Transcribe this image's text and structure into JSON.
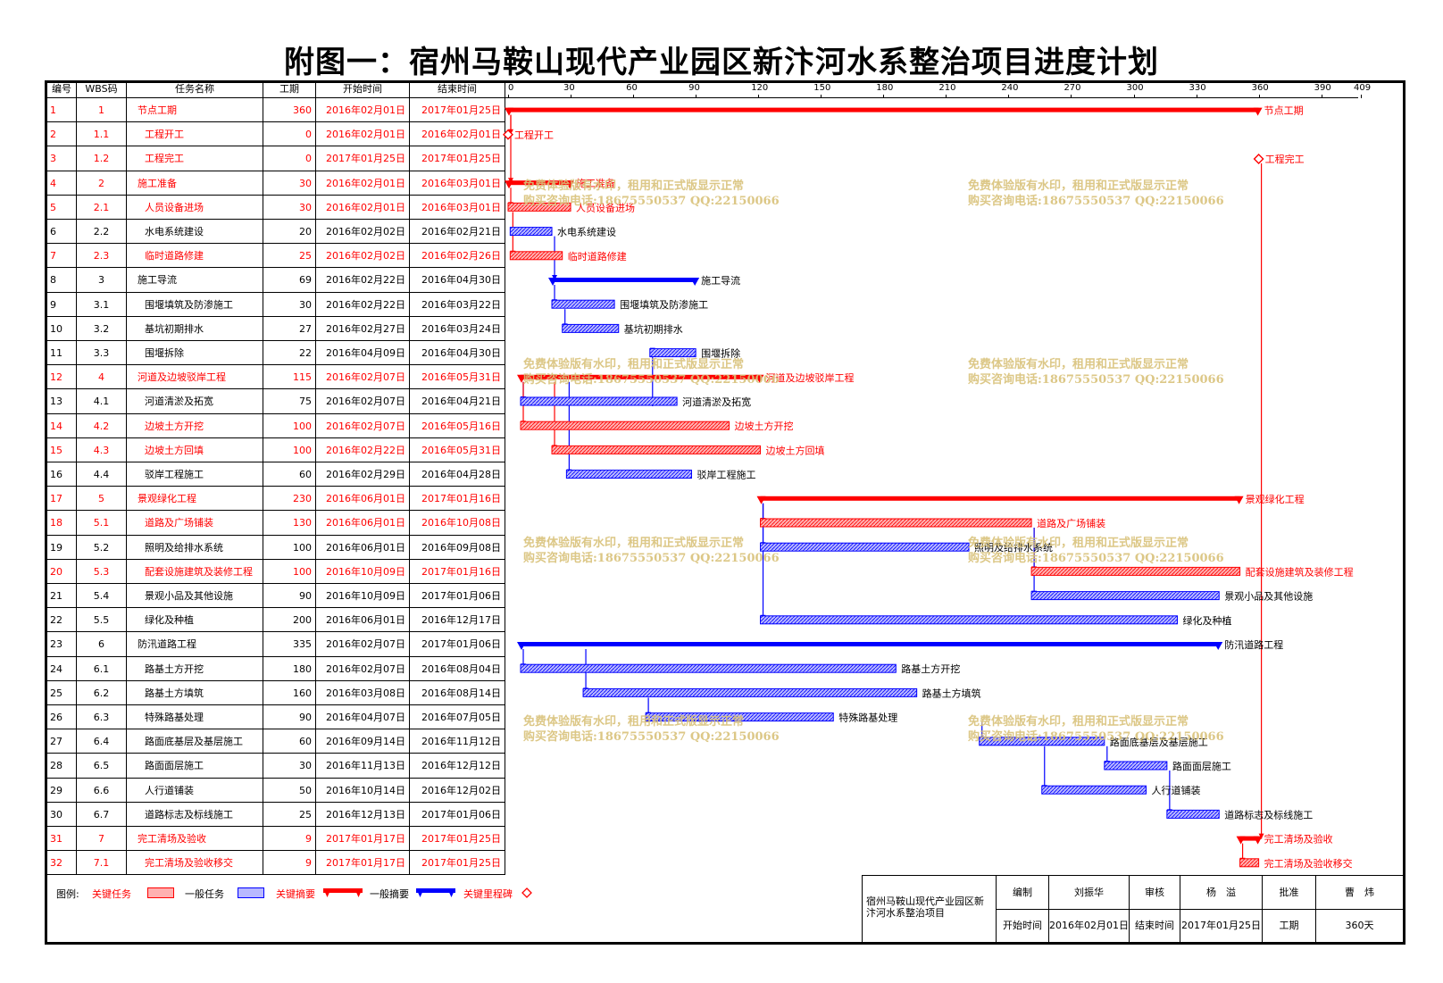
{
  "title": "附图一：宿州马鞍山现代产业园区新汴河水系整治项目进度计划",
  "columns": [
    "编号",
    "WBS码",
    "任务名称",
    "工期",
    "开始时间",
    "结束时间"
  ],
  "timeline_ticks": [
    "0",
    "30",
    "60",
    "90",
    "120",
    "150",
    "180",
    "210",
    "240",
    "270",
    "300",
    "330",
    "360",
    "390",
    "409"
  ],
  "colors": {
    "critical": "#ff0000",
    "normal": "#0000ff",
    "critical_fill": "#ff9999",
    "normal_fill": "#9999ff",
    "watermark": "#d9c27a"
  },
  "watermark": {
    "line1": "免费体验版有水印，租用和正式版显示正常",
    "line2": "购买咨询电话:18675550537 QQ:22150066"
  },
  "chart_data": {
    "type": "gantt",
    "xlim": [
      0,
      409
    ],
    "tasks": [
      {
        "id": "1",
        "wbs": "1",
        "name": "节点工期",
        "dur": "360",
        "start": "2016年02月01日",
        "end": "2017年01月25日",
        "s": 0,
        "e": 360,
        "kind": "summary",
        "crit": true
      },
      {
        "id": "2",
        "wbs": "1.1",
        "name": "工程开工",
        "dur": "0",
        "start": "2016年02月01日",
        "end": "2016年02月01日",
        "s": 0,
        "e": 0,
        "kind": "milestone",
        "crit": true
      },
      {
        "id": "3",
        "wbs": "1.2",
        "name": "工程完工",
        "dur": "0",
        "start": "2017年01月25日",
        "end": "2017年01月25日",
        "s": 360,
        "e": 360,
        "kind": "milestone",
        "crit": true
      },
      {
        "id": "4",
        "wbs": "2",
        "name": "施工准备",
        "dur": "30",
        "start": "2016年02月01日",
        "end": "2016年03月01日",
        "s": 0,
        "e": 30,
        "kind": "summary",
        "crit": true
      },
      {
        "id": "5",
        "wbs": "2.1",
        "name": "人员设备进场",
        "dur": "30",
        "start": "2016年02月01日",
        "end": "2016年03月01日",
        "s": 0,
        "e": 30,
        "kind": "task",
        "crit": true
      },
      {
        "id": "6",
        "wbs": "2.2",
        "name": "水电系统建设",
        "dur": "20",
        "start": "2016年02月02日",
        "end": "2016年02月21日",
        "s": 1,
        "e": 21,
        "kind": "task",
        "crit": false
      },
      {
        "id": "7",
        "wbs": "2.3",
        "name": "临时道路修建",
        "dur": "25",
        "start": "2016年02月02日",
        "end": "2016年02月26日",
        "s": 1,
        "e": 26,
        "kind": "task",
        "crit": true
      },
      {
        "id": "8",
        "wbs": "3",
        "name": "施工导流",
        "dur": "69",
        "start": "2016年02月22日",
        "end": "2016年04月30日",
        "s": 21,
        "e": 90,
        "kind": "summary",
        "crit": false
      },
      {
        "id": "9",
        "wbs": "3.1",
        "name": "围堰填筑及防渗施工",
        "dur": "30",
        "start": "2016年02月22日",
        "end": "2016年03月22日",
        "s": 21,
        "e": 51,
        "kind": "task",
        "crit": false
      },
      {
        "id": "10",
        "wbs": "3.2",
        "name": "基坑初期排水",
        "dur": "27",
        "start": "2016年02月27日",
        "end": "2016年03月24日",
        "s": 26,
        "e": 53,
        "kind": "task",
        "crit": false
      },
      {
        "id": "11",
        "wbs": "3.3",
        "name": "围堰拆除",
        "dur": "22",
        "start": "2016年04月09日",
        "end": "2016年04月30日",
        "s": 68,
        "e": 90,
        "kind": "task",
        "crit": false
      },
      {
        "id": "12",
        "wbs": "4",
        "name": "河道及边坡驳岸工程",
        "dur": "115",
        "start": "2016年02月07日",
        "end": "2016年05月31日",
        "s": 6,
        "e": 121,
        "kind": "summary",
        "crit": true
      },
      {
        "id": "13",
        "wbs": "4.1",
        "name": "河道清淤及拓宽",
        "dur": "75",
        "start": "2016年02月07日",
        "end": "2016年04月21日",
        "s": 6,
        "e": 81,
        "kind": "task",
        "crit": false
      },
      {
        "id": "14",
        "wbs": "4.2",
        "name": "边坡土方开挖",
        "dur": "100",
        "start": "2016年02月07日",
        "end": "2016年05月16日",
        "s": 6,
        "e": 106,
        "kind": "task",
        "crit": true
      },
      {
        "id": "15",
        "wbs": "4.3",
        "name": "边坡土方回填",
        "dur": "100",
        "start": "2016年02月22日",
        "end": "2016年05月31日",
        "s": 21,
        "e": 121,
        "kind": "task",
        "crit": true
      },
      {
        "id": "16",
        "wbs": "4.4",
        "name": "驳岸工程施工",
        "dur": "60",
        "start": "2016年02月29日",
        "end": "2016年04月28日",
        "s": 28,
        "e": 88,
        "kind": "task",
        "crit": false
      },
      {
        "id": "17",
        "wbs": "5",
        "name": "景观绿化工程",
        "dur": "230",
        "start": "2016年06月01日",
        "end": "2017年01月16日",
        "s": 121,
        "e": 351,
        "kind": "summary",
        "crit": true
      },
      {
        "id": "18",
        "wbs": "5.1",
        "name": "道路及广场铺装",
        "dur": "130",
        "start": "2016年06月01日",
        "end": "2016年10月08日",
        "s": 121,
        "e": 251,
        "kind": "task",
        "crit": true
      },
      {
        "id": "19",
        "wbs": "5.2",
        "name": "照明及给排水系统",
        "dur": "100",
        "start": "2016年06月01日",
        "end": "2016年09月08日",
        "s": 121,
        "e": 221,
        "kind": "task",
        "crit": false
      },
      {
        "id": "20",
        "wbs": "5.3",
        "name": "配套设施建筑及装修工程",
        "dur": "100",
        "start": "2016年10月09日",
        "end": "2017年01月16日",
        "s": 251,
        "e": 351,
        "kind": "task",
        "crit": true
      },
      {
        "id": "21",
        "wbs": "5.4",
        "name": "景观小品及其他设施",
        "dur": "90",
        "start": "2016年10月09日",
        "end": "2017年01月06日",
        "s": 251,
        "e": 341,
        "kind": "task",
        "crit": false
      },
      {
        "id": "22",
        "wbs": "5.5",
        "name": "绿化及种植",
        "dur": "200",
        "start": "2016年06月01日",
        "end": "2016年12月17日",
        "s": 121,
        "e": 321,
        "kind": "task",
        "crit": false
      },
      {
        "id": "23",
        "wbs": "6",
        "name": "防汛道路工程",
        "dur": "335",
        "start": "2016年02月07日",
        "end": "2017年01月06日",
        "s": 6,
        "e": 341,
        "kind": "summary",
        "crit": false
      },
      {
        "id": "24",
        "wbs": "6.1",
        "name": "路基土方开挖",
        "dur": "180",
        "start": "2016年02月07日",
        "end": "2016年08月04日",
        "s": 6,
        "e": 186,
        "kind": "task",
        "crit": false
      },
      {
        "id": "25",
        "wbs": "6.2",
        "name": "路基土方填筑",
        "dur": "160",
        "start": "2016年03月08日",
        "end": "2016年08月14日",
        "s": 36,
        "e": 196,
        "kind": "task",
        "crit": false
      },
      {
        "id": "26",
        "wbs": "6.3",
        "name": "特殊路基处理",
        "dur": "90",
        "start": "2016年04月07日",
        "end": "2016年07月05日",
        "s": 66,
        "e": 156,
        "kind": "task",
        "crit": false
      },
      {
        "id": "27",
        "wbs": "6.4",
        "name": "路面底基层及基层施工",
        "dur": "60",
        "start": "2016年09月14日",
        "end": "2016年11月12日",
        "s": 226,
        "e": 286,
        "kind": "task",
        "crit": false
      },
      {
        "id": "28",
        "wbs": "6.5",
        "name": "路面面层施工",
        "dur": "30",
        "start": "2016年11月13日",
        "end": "2016年12月12日",
        "s": 286,
        "e": 316,
        "kind": "task",
        "crit": false
      },
      {
        "id": "29",
        "wbs": "6.6",
        "name": "人行道铺装",
        "dur": "50",
        "start": "2016年10月14日",
        "end": "2016年12月02日",
        "s": 256,
        "e": 306,
        "kind": "task",
        "crit": false
      },
      {
        "id": "30",
        "wbs": "6.7",
        "name": "道路标志及标线施工",
        "dur": "25",
        "start": "2016年12月13日",
        "end": "2017年01月06日",
        "s": 316,
        "e": 341,
        "kind": "task",
        "crit": false
      },
      {
        "id": "31",
        "wbs": "7",
        "name": "完工清场及验收",
        "dur": "9",
        "start": "2017年01月17日",
        "end": "2017年01月25日",
        "s": 351,
        "e": 360,
        "kind": "summary",
        "crit": true
      },
      {
        "id": "32",
        "wbs": "7.1",
        "name": "完工清场及验收移交",
        "dur": "9",
        "start": "2017年01月17日",
        "end": "2017年01月25日",
        "s": 351,
        "e": 360,
        "kind": "task",
        "crit": true
      }
    ]
  },
  "legend": {
    "label": "图例:",
    "items": [
      "关键任务",
      "一般任务",
      "关键摘要",
      "一般摘要",
      "关键里程碑"
    ]
  },
  "signoff": {
    "project": "宿州马鞍山现代产业园区新汴河水系整治项目",
    "compile_label": "编制",
    "compile_name": "刘振华",
    "review_label": "审核",
    "review_name": "杨　溢",
    "approve_label": "批准",
    "approve_name": "曹　炜",
    "start_label": "开始时间",
    "start_value": "2016年02月01日",
    "end_label": "结束时间",
    "end_value": "2017年01月25日",
    "dur_label": "工期",
    "dur_value": "360天"
  }
}
